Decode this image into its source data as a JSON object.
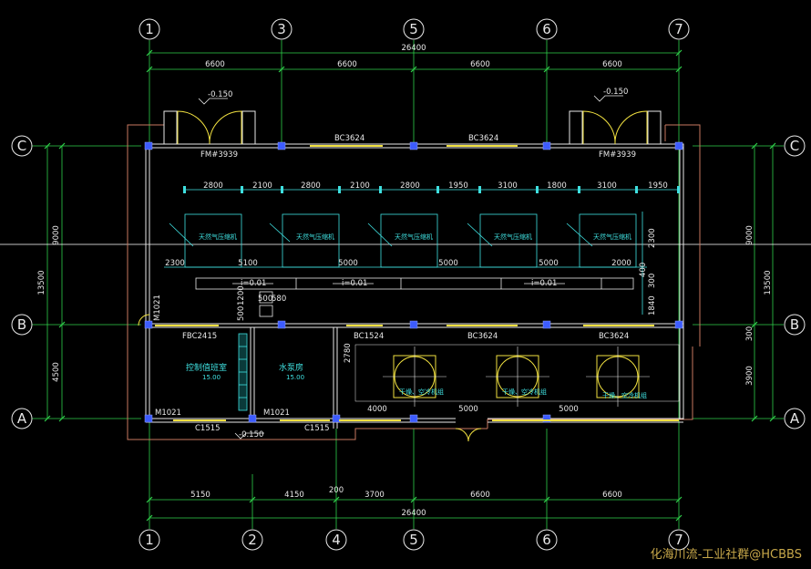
{
  "drawing": {
    "grid_top": [
      "1",
      "3",
      "5",
      "6",
      "7"
    ],
    "grid_bottom": [
      "1",
      "2",
      "4",
      "5",
      "6",
      "7"
    ],
    "grid_rows": [
      "C",
      "B",
      "A"
    ],
    "overall_top": "26400",
    "overall_bottom": "26400",
    "spans_top": [
      "6600",
      "6600",
      "6600",
      "6600"
    ],
    "spans_bottom": [
      "5150",
      "4150",
      "3700",
      "6600",
      "6600"
    ],
    "small_dim_bottom": "200",
    "left_dims": [
      "9000",
      "13500",
      "4500"
    ],
    "right_dims": [
      "9000",
      "13500",
      "300",
      "3900"
    ],
    "level_marks": [
      "-0.150",
      "-0.150",
      "-0.150"
    ],
    "doors_top": [
      "FM#3939",
      "FM#3939"
    ],
    "windows_top": [
      "BC3624",
      "BC3624"
    ],
    "windows_mid": [
      "BC1524",
      "BC3624",
      "BC3624"
    ],
    "compressor_spacing": [
      "2800",
      "2100",
      "2800",
      "2100",
      "2800",
      "1950",
      "3100",
      "1800",
      "3100",
      "1950"
    ],
    "compressor_label": "天然气压缩机",
    "compressor_dims": [
      "2300",
      "5100",
      "5000",
      "5000",
      "5000",
      "2000"
    ],
    "slope_labels": [
      "i=0.01",
      "i=0.01",
      "i=0.01"
    ],
    "small_dims": [
      "500",
      "580",
      "1200",
      "500",
      "2300",
      "1840",
      "300",
      "400",
      "2780"
    ],
    "room_left": {
      "door_top": "FBC2415",
      "door_side": "M1021",
      "name": "控制值班室",
      "area": "15.00"
    },
    "room_right": {
      "name": "水泵房",
      "area": "15.00"
    },
    "doors_bottom": [
      "M1021",
      "M1021"
    ],
    "windows_bottom": [
      "C1515",
      "C1515"
    ],
    "cooler_label": "干燥、空冷机组",
    "cooler_dims": [
      "4000",
      "5000",
      "5000"
    ],
    "watermark": "化海川流-工业社群@HCBBS"
  }
}
